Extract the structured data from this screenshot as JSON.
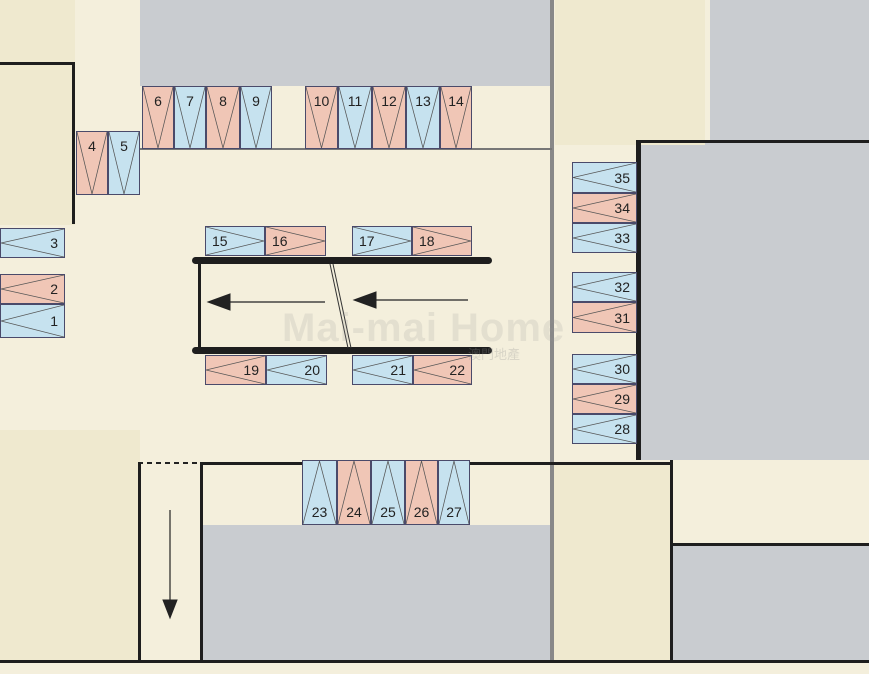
{
  "title": "Car park floor plan",
  "watermark": {
    "text": "Mai-mai Home",
    "subtext": "澳門地產"
  },
  "colors": {
    "pink": "#f0c6b6",
    "blue": "#c6e2ef",
    "background": "#f4efdc",
    "unit": "#c9ccd0"
  },
  "spaces": [
    {
      "number": "1",
      "color": "blue"
    },
    {
      "number": "2",
      "color": "pink"
    },
    {
      "number": "3",
      "color": "blue"
    },
    {
      "number": "4",
      "color": "pink"
    },
    {
      "number": "5",
      "color": "blue"
    },
    {
      "number": "6",
      "color": "pink"
    },
    {
      "number": "7",
      "color": "blue"
    },
    {
      "number": "8",
      "color": "pink"
    },
    {
      "number": "9",
      "color": "blue"
    },
    {
      "number": "10",
      "color": "pink"
    },
    {
      "number": "11",
      "color": "blue"
    },
    {
      "number": "12",
      "color": "pink"
    },
    {
      "number": "13",
      "color": "blue"
    },
    {
      "number": "14",
      "color": "pink"
    },
    {
      "number": "15",
      "color": "blue"
    },
    {
      "number": "16",
      "color": "pink"
    },
    {
      "number": "17",
      "color": "blue"
    },
    {
      "number": "18",
      "color": "pink"
    },
    {
      "number": "19",
      "color": "pink"
    },
    {
      "number": "20",
      "color": "blue"
    },
    {
      "number": "21",
      "color": "blue"
    },
    {
      "number": "22",
      "color": "pink"
    },
    {
      "number": "23",
      "color": "blue"
    },
    {
      "number": "24",
      "color": "pink"
    },
    {
      "number": "25",
      "color": "blue"
    },
    {
      "number": "26",
      "color": "pink"
    },
    {
      "number": "27",
      "color": "blue"
    },
    {
      "number": "28",
      "color": "blue"
    },
    {
      "number": "29",
      "color": "pink"
    },
    {
      "number": "30",
      "color": "blue"
    },
    {
      "number": "31",
      "color": "pink"
    },
    {
      "number": "32",
      "color": "blue"
    },
    {
      "number": "33",
      "color": "blue"
    },
    {
      "number": "34",
      "color": "pink"
    },
    {
      "number": "35",
      "color": "blue"
    }
  ]
}
